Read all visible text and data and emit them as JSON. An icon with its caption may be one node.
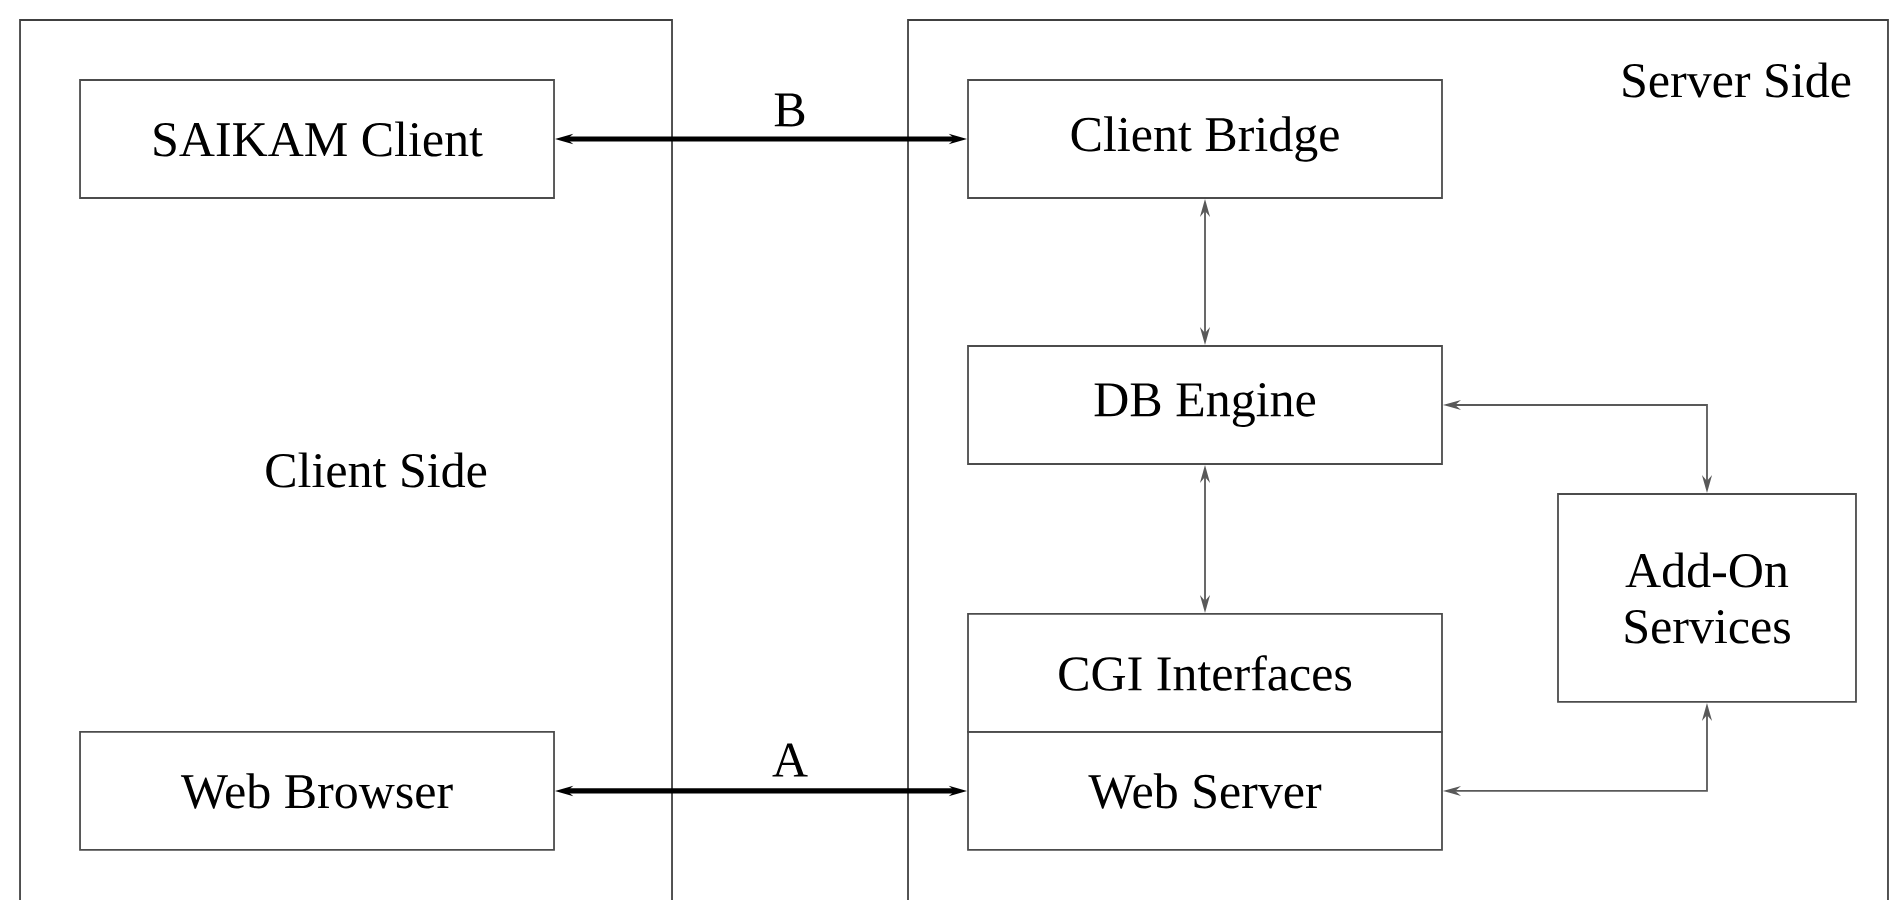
{
  "diagram": {
    "nodes": [
      {
        "text": [
          "Client Side"
        ]
      },
      {
        "text": [
          "SAIKAM Client"
        ],
        "in": 0
      },
      {
        "text": [
          "Web Browser"
        ],
        "in": 0
      },
      {
        "text": [
          "Server Side"
        ]
      },
      {
        "text": [
          "Client Bridge"
        ],
        "in": 3
      },
      {
        "text": [
          "DB Engine"
        ],
        "in": 3
      },
      {
        "text": [
          "CGI Interfaces"
        ],
        "in": 3
      },
      {
        "text": [
          "Web Server"
        ],
        "in": 3
      },
      {
        "text": [
          "Add-On Services"
        ],
        "in": 3
      }
    ],
    "edges": [
      {
        "from": 1,
        "to": 4,
        "arrow": "both",
        "label": "B",
        "style": "thick",
        "color": "#000000"
      },
      {
        "from": 2,
        "to": 7,
        "arrow": "both",
        "label": "A",
        "style": "thick",
        "color": "#000000"
      },
      {
        "from": 4,
        "to": 5,
        "arrow": "both"
      },
      {
        "from": 5,
        "to": 6,
        "arrow": "both"
      },
      {
        "from": 5,
        "to": 8,
        "arrow": "both"
      },
      {
        "from": 7,
        "to": 8,
        "arrow": "both"
      }
    ]
  }
}
